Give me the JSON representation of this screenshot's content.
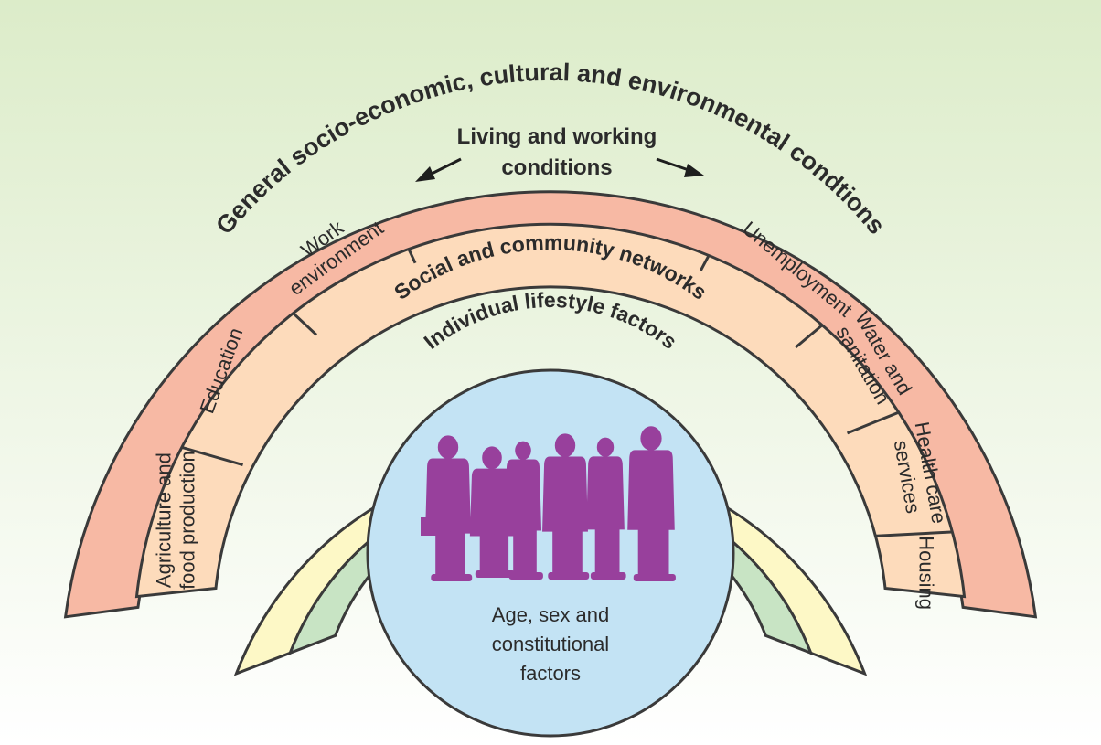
{
  "colors": {
    "background_top": "#dcecc9",
    "background_bottom": "#ffffff",
    "outer_ring": "#f7b9a4",
    "middle_ring": "#fddbbb",
    "social_ring": "#fdf8c6",
    "lifestyle_ring": "#c8e4c4",
    "core": "#c3e3f4",
    "figures": "#98409c",
    "stroke": "#3a3a3a"
  },
  "outer_ring": {
    "label": "General socio-economic, cultural and environmental condtions"
  },
  "living_working": {
    "title_line1": "Living and working",
    "title_line2": "conditions",
    "segments": {
      "agriculture": {
        "line1": "Agriculture and",
        "line2": "food production"
      },
      "education": {
        "line1": "Education"
      },
      "work_environment": {
        "line1": "Work",
        "line2": "environment"
      },
      "unemployment": {
        "line1": "Unemployment"
      },
      "water": {
        "line1": "Water and",
        "line2": "sanitation"
      },
      "health": {
        "line1": "Health care",
        "line2": "services"
      },
      "housing": {
        "line1": "Housing"
      }
    }
  },
  "social_ring": {
    "label": "Social and  community networks"
  },
  "lifestyle_ring": {
    "label": "Individual lifestyle factors"
  },
  "core": {
    "line1": "Age, sex and",
    "line2": "constitutional",
    "line3": "factors",
    "figures_icon": "people-group-icon"
  }
}
